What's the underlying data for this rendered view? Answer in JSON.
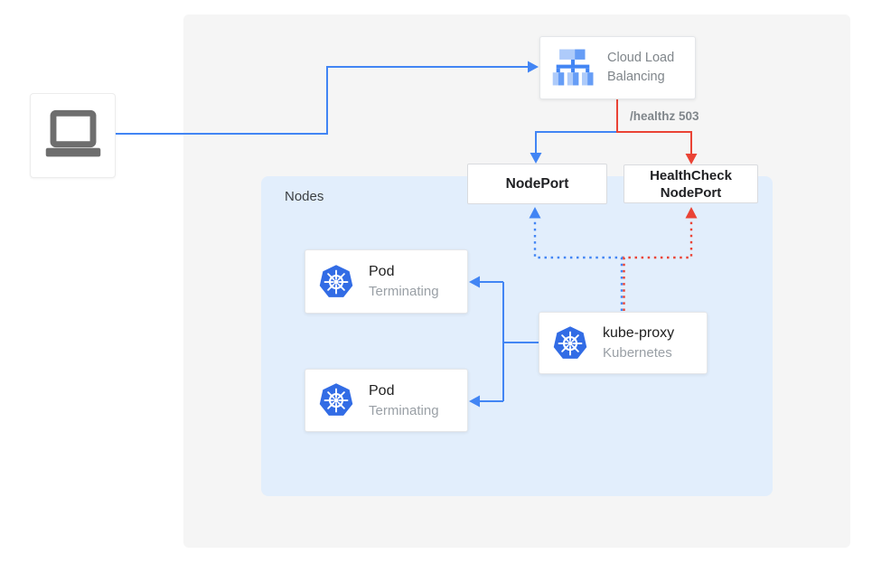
{
  "colors": {
    "blue": "#4285f4",
    "red": "#ea4335",
    "panel": "#f5f5f5",
    "nodes_bg": "#e2eefc",
    "kubernetes_blue": "#326ce5",
    "laptop_gray": "#6e6e6e"
  },
  "clb": {
    "lines": [
      "Cloud Load",
      "Balancing"
    ],
    "icon": "cloud-load-balancing-icon"
  },
  "client": {
    "icon": "laptop-icon"
  },
  "edges": {
    "healthz_label": "/healthz 503"
  },
  "nodeport": {
    "label": "NodePort"
  },
  "healthcheck": {
    "lines": [
      "HealthCheck",
      "NodePort"
    ]
  },
  "nodes_group": {
    "label": "Nodes"
  },
  "pods": [
    {
      "title": "Pod",
      "status": "Terminating",
      "icon": "kubernetes-icon"
    },
    {
      "title": "Pod",
      "status": "Terminating",
      "icon": "kubernetes-icon"
    }
  ],
  "kube_proxy": {
    "title": "kube-proxy",
    "subtitle": "Kubernetes",
    "icon": "kubernetes-icon"
  }
}
